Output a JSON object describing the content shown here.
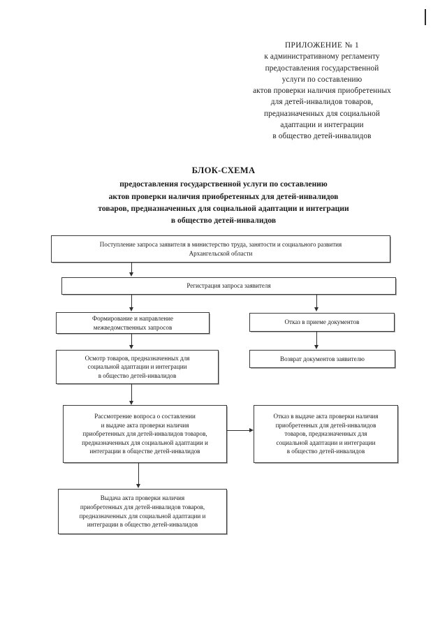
{
  "document": {
    "margin_tick": "margin-mark",
    "appendix_header": {
      "lines": [
        "ПРИЛОЖЕНИЕ № 1",
        "к административному регламенту",
        "предоставления государственной",
        "услуги по составлению",
        "актов проверки наличия приобретенных",
        "для детей-инвалидов товаров,",
        "предназначенных для социальной",
        "адаптации и интеграции",
        "в общество детей-инвалидов"
      ]
    },
    "title": {
      "heading": "БЛОК-СХЕМА",
      "lines": [
        "предоставления государственной услуги по составлению",
        "актов проверки наличия приобретенных для детей-инвалидов",
        "товаров, предназначенных для социальной адаптации и интеграции",
        "в общество детей-инвалидов"
      ]
    }
  },
  "chart_data": {
    "type": "diagram",
    "title": "БЛОК-СХЕМА предоставления государственной услуги",
    "nodes": [
      {
        "id": "n1",
        "label": "Поступление запроса заявителя в министерство труда, занятости и социального развития Архангельской области",
        "lines": [
          "Поступление запроса заявителя в министерство труда, занятости и социального развития",
          "Архангельской области"
        ]
      },
      {
        "id": "n2",
        "label": "Регистрация запроса заявителя",
        "lines": [
          "Регистрация запроса заявителя"
        ]
      },
      {
        "id": "n3",
        "label": "Формирование и направление межведомственных запросов",
        "lines": [
          "Формирование и направление",
          "межведомственных запросов"
        ]
      },
      {
        "id": "n4",
        "label": "Отказ в приеме документов",
        "lines": [
          "Отказ в приеме документов"
        ]
      },
      {
        "id": "n5",
        "label": "Осмотр товаров, предназначенных для социальной адаптации и интеграции в общество детей-инвалидов",
        "lines": [
          "Осмотр товаров, предназначенных для",
          "социальной адаптации и интеграции",
          "в общество детей-инвалидов"
        ]
      },
      {
        "id": "n6",
        "label": "Возврат документов заявителю",
        "lines": [
          "Возврат документов заявителю"
        ]
      },
      {
        "id": "n7",
        "label": "Рассмотрение вопроса о составлении и выдаче акта проверки наличия приобретенных для детей-инвалидов товаров, предназначенных для социальной адаптации и интеграции в обществе детей-инвалидов",
        "lines": [
          "Рассмотрение вопроса о составлении",
          "и выдаче акта проверки наличия",
          "приобретенных для детей-инвалидов товаров,",
          "предназначенных для социальной адаптации и",
          "интеграции в обществе детей-инвалидов"
        ]
      },
      {
        "id": "n8",
        "label": "Отказ в выдаче акта проверки наличия приобретенных для детей-инвалидов товаров, предназначенных для социальной адаптации и интеграции в общество детей-инвалидов",
        "lines": [
          "Отказ в выдаче акта проверки наличия",
          "приобретенных для детей-инвалидов",
          "товаров, предназначенных для",
          "социальной адаптации и интеграции",
          "в общество детей-инвалидов"
        ]
      },
      {
        "id": "n9",
        "label": "Выдача акта проверки наличия приобретенных для детей-инвалидов товаров, предназначенных для социальной адаптации и интеграции в общество детей-инвалидов",
        "lines": [
          "Выдача акта проверки наличия",
          "приобретенных для детей-инвалидов товаров,",
          "предназначенных для социальной адаптации и",
          "интеграции в общество детей-инвалидов"
        ]
      }
    ],
    "edges": [
      {
        "from": "n1",
        "to": "n2",
        "direction": "down"
      },
      {
        "from": "n2",
        "to": "n3",
        "direction": "down"
      },
      {
        "from": "n2",
        "to": "n4",
        "direction": "down"
      },
      {
        "from": "n3",
        "to": "n5",
        "direction": "down"
      },
      {
        "from": "n4",
        "to": "n6",
        "direction": "down"
      },
      {
        "from": "n5",
        "to": "n7",
        "direction": "down"
      },
      {
        "from": "n7",
        "to": "n8",
        "direction": "right"
      },
      {
        "from": "n7",
        "to": "n9",
        "direction": "down"
      }
    ],
    "colors": {
      "stroke": "#3a3a3a",
      "fill": "#ffffff",
      "text": "#1a1a1a"
    }
  }
}
